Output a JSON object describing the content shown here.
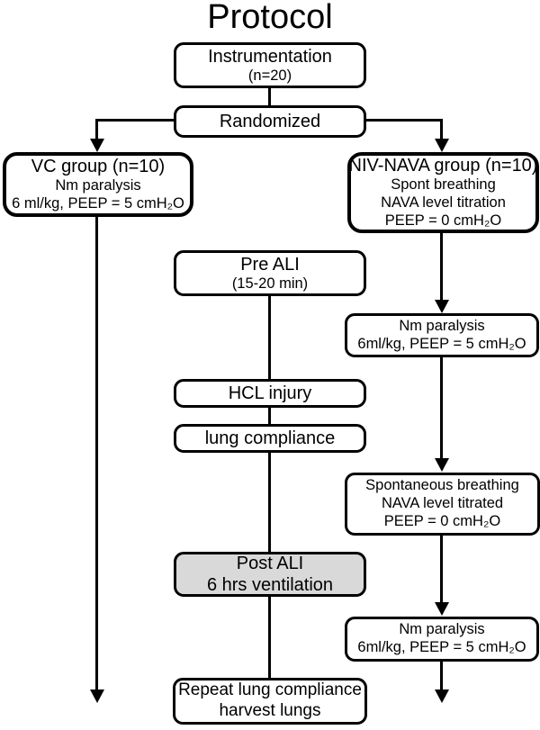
{
  "title": "Protocol",
  "colors": {
    "line": "#000000",
    "box_background": "#ffffff",
    "highlight_background": "#d9d9d9"
  },
  "nodes": {
    "instrumentation": {
      "lines": [
        "Instrumentation",
        "(n=20)"
      ]
    },
    "randomized": {
      "lines": [
        "Randomized"
      ]
    },
    "vc_group": {
      "lines": [
        "VC group (n=10)",
        "Nm paralysis",
        "6 ml/kg, PEEP = 5 cmH₂O"
      ]
    },
    "niv_nava_group": {
      "lines": [
        "NIV-NAVA group (n=10)",
        "Spont breathing",
        "NAVA level titration",
        "PEEP = 0 cmH₂O"
      ]
    },
    "pre_ali": {
      "lines": [
        "Pre ALI",
        "(15-20 min)"
      ]
    },
    "nm_paralysis_1": {
      "lines": [
        "Nm paralysis",
        "6ml/kg, PEEP = 5 cmH₂O"
      ]
    },
    "hcl_injury": {
      "lines": [
        "HCL injury"
      ]
    },
    "lung_compliance": {
      "lines": [
        "lung compliance"
      ]
    },
    "spontaneous_titrated": {
      "lines": [
        "Spontaneous breathing",
        "NAVA level titrated",
        "PEEP = 0 cmH₂O"
      ]
    },
    "post_ali": {
      "lines": [
        "Post ALI",
        "6 hrs ventilation"
      ]
    },
    "nm_paralysis_2": {
      "lines": [
        "Nm paralysis",
        "6ml/kg, PEEP = 5 cmH₂O"
      ]
    },
    "repeat_compliance": {
      "lines": [
        "Repeat lung compliance",
        "harvest lungs"
      ]
    }
  }
}
